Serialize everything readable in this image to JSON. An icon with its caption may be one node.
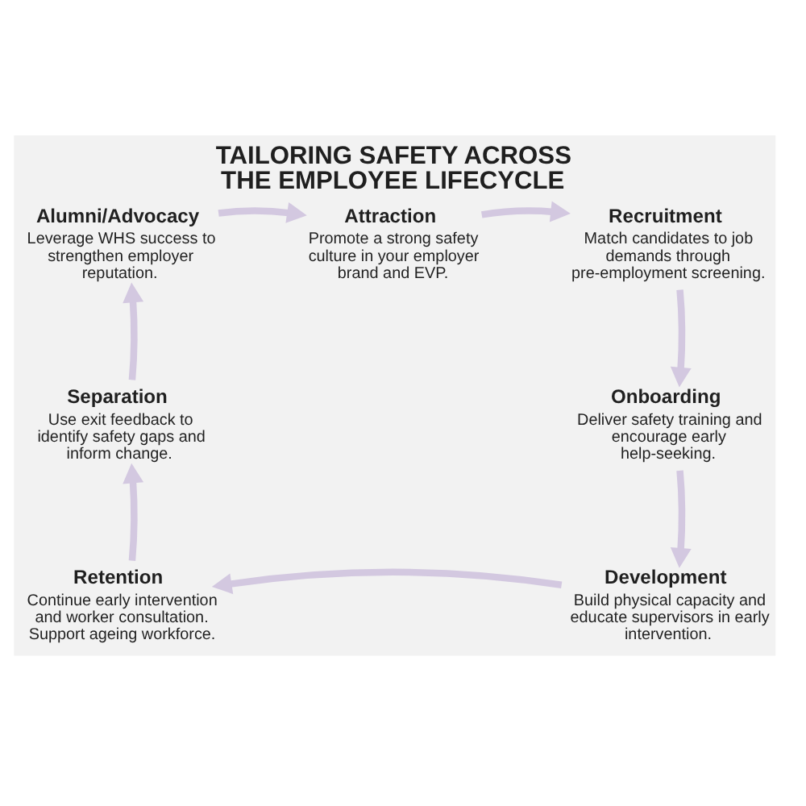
{
  "diagram": {
    "title": "TAILORING SAFETY ACROSS THE EMPLOYEE LIFECYCLE",
    "nodes": [
      {
        "text": [
          "Attraction",
          "Promote a strong safety culture in your employer brand and EVP."
        ]
      },
      {
        "text": [
          "Recruitment",
          "Match candidates to job demands through pre-employment screening."
        ]
      },
      {
        "text": [
          "Onboarding",
          "Deliver safety training and encourage early help-seeking."
        ]
      },
      {
        "text": [
          "Development",
          "Build physical capacity and educate supervisors in early intervention."
        ]
      },
      {
        "text": [
          "Retention",
          "Continue early intervention and worker consultation. Support ageing workforce."
        ]
      },
      {
        "text": [
          "Separation",
          "Use exit feedback to identify safety gaps and inform change."
        ]
      },
      {
        "text": [
          "Alumni/Advocacy",
          "Leverage WHS success to strengthen employer reputation."
        ]
      }
    ],
    "edges": [
      {
        "from": 0,
        "to": 1,
        "arrow": "to"
      },
      {
        "from": 1,
        "to": 2,
        "arrow": "to"
      },
      {
        "from": 2,
        "to": 3,
        "arrow": "to"
      },
      {
        "from": 3,
        "to": 4,
        "arrow": "to"
      },
      {
        "from": 4,
        "to": 5,
        "arrow": "to"
      },
      {
        "from": 5,
        "to": 6,
        "arrow": "to"
      },
      {
        "from": 6,
        "to": 0,
        "arrow": "to"
      }
    ]
  }
}
